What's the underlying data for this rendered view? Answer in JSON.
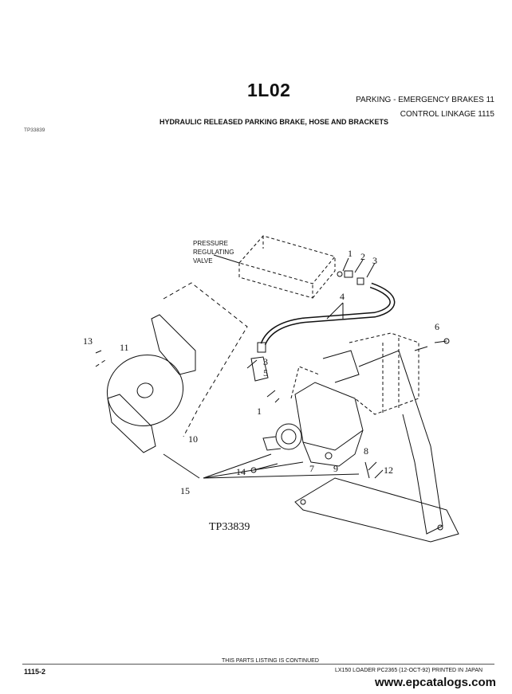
{
  "header": {
    "page_code": "1L02",
    "section": "PARKING - EMERGENCY BRAKES   11",
    "subsection": "CONTROL LINKAGE  1115",
    "title": "HYDRAULIC RELEASED PARKING BRAKE, HOSE AND BRACKETS",
    "ref": "TP33839"
  },
  "diagram": {
    "valve_label": [
      "PRESSURE",
      "REGULATING",
      "VALVE"
    ],
    "figure_id": "TP33839",
    "callouts": [
      "1",
      "2",
      "3",
      "4",
      "3",
      "5",
      "1",
      "6",
      "7",
      "8",
      "9",
      "10",
      "11",
      "12",
      "13",
      "14",
      "15"
    ]
  },
  "footer": {
    "page": "1115-2",
    "continued": "THIS PARTS LISTING IS CONTINUED",
    "info": "LX150 LOADER   PC2365  (12-OCT-92)    PRINTED IN JAPAN",
    "watermark": "www.epcatalogs.com"
  }
}
